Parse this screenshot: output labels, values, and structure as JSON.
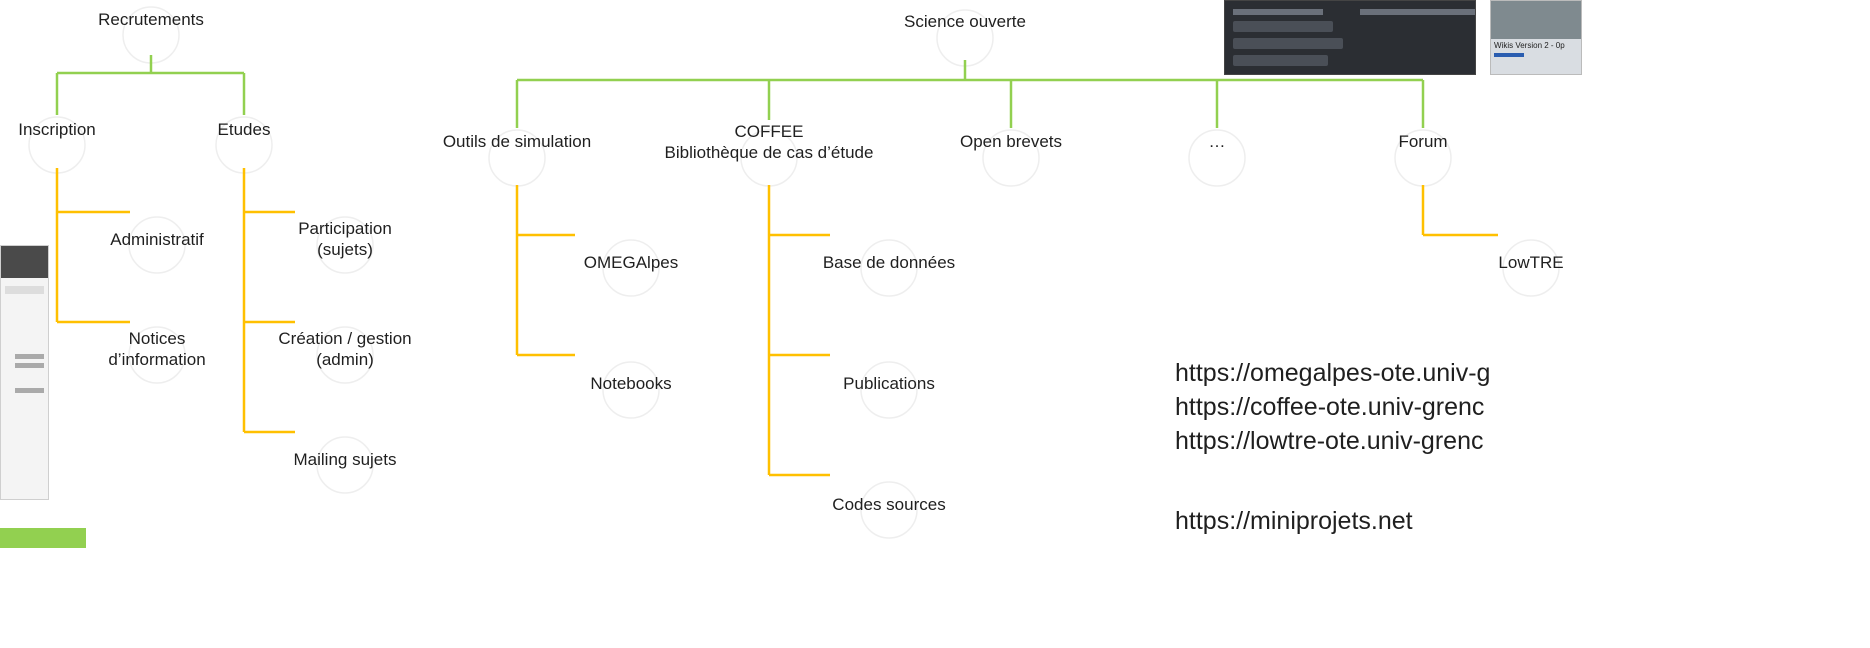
{
  "sections": {
    "recrutements": {
      "title": "Recrutements",
      "inscription": "Inscription",
      "etudes": "Etudes",
      "administratif": "Administratif",
      "notices": [
        "Notices",
        "d’information"
      ],
      "participation": [
        "Participation",
        "(sujets)"
      ],
      "creation": [
        "Création / gestion",
        "(admin)"
      ],
      "mailing": "Mailing sujets"
    },
    "science_ouverte": {
      "title": "Science ouverte",
      "outils": "Outils de simulation",
      "coffee": [
        "COFFEE",
        "Bibliothèque de cas d’étude"
      ],
      "open_brevets": "Open brevets",
      "ellipsis": "…",
      "forum": "Forum",
      "omegalpes": "OMEGAlpes",
      "notebooks": "Notebooks",
      "base_donnees": "Base de données",
      "publications": "Publications",
      "codes_sources": "Codes sources",
      "lowtre": "LowTRE"
    }
  },
  "links": [
    "https://omegalpes-ote.univ-g",
    "https://coffee-ote.univ-grenc",
    "https://lowtre-ote.univ-grenc",
    "https://miniprojets.net"
  ],
  "thumbnail_caption": "Wikis Version 2 - 0p",
  "colors": {
    "green": "#92d050",
    "yellow": "#ffc000",
    "text": "#1f1f1f"
  }
}
